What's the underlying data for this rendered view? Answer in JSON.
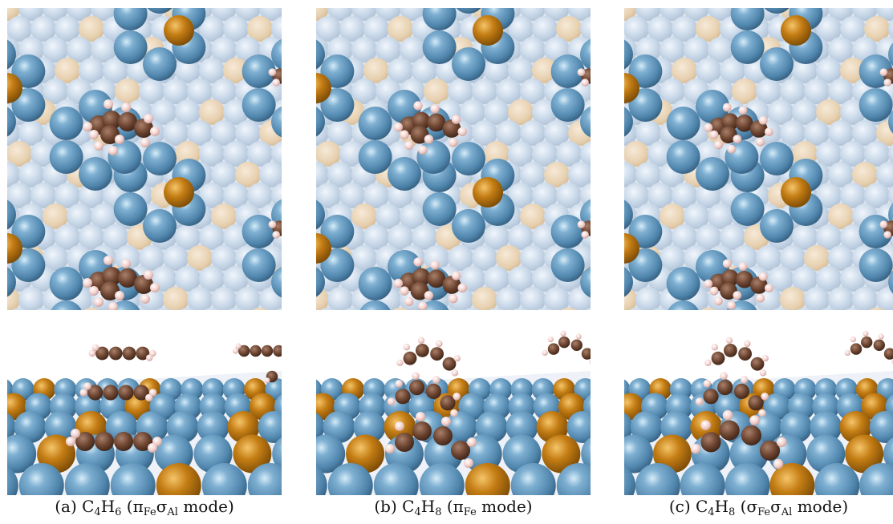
{
  "figure": {
    "panels": [
      {
        "id": "a",
        "caption": {
          "prefix": "(a) C",
          "s1": "4",
          "m1": "H",
          "s2": "6",
          "m2": " (π",
          "s3": "Fe",
          "m3": "σ",
          "s4": "Al",
          "suffix": " mode)"
        }
      },
      {
        "id": "b",
        "caption": {
          "prefix": "(b) C",
          "s1": "4",
          "m1": "H",
          "s2": "8",
          "m2": " (π",
          "s3": "Fe",
          "m3": "",
          "s4": "",
          "suffix": " mode)"
        }
      },
      {
        "id": "c",
        "caption": {
          "prefix": "(c) C",
          "s1": "4",
          "m1": "H",
          "s2": "8",
          "m2": " (σ",
          "s3": "Fe",
          "m3": "σ",
          "s4": "Al",
          "suffix": " mode)"
        }
      }
    ],
    "colors": {
      "al_surface": "#5b8fb4",
      "al_background": "#c9d8e8",
      "fe": "#c47d14",
      "fe_background": "#e8d2b4",
      "carbon": "#6e4632",
      "hydrogen": "#f2d0cc"
    }
  }
}
